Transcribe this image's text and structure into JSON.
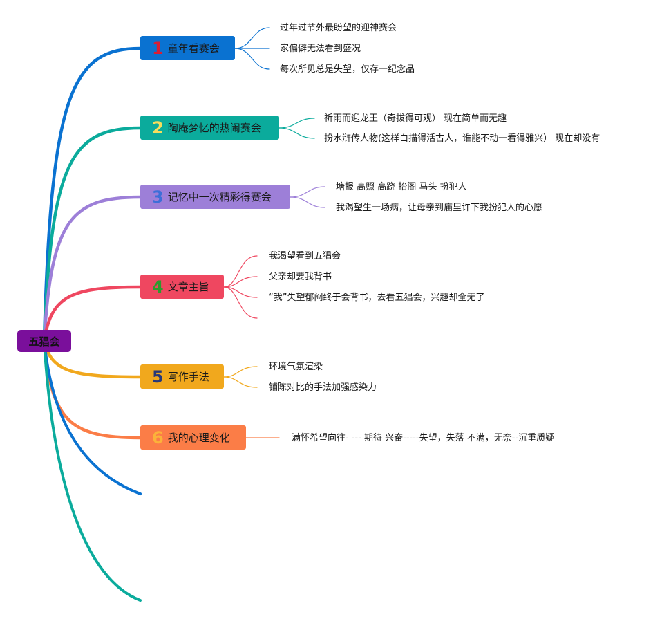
{
  "root": {
    "label": "五猖会",
    "color": "#7a0f9b"
  },
  "branches": [
    {
      "number": "1",
      "label": "童年看赛会",
      "color": "#0a72d1",
      "number_color": "#d81e34",
      "leaves": [
        "过年过节外最盼望的迎神赛会",
        "家偏僻无法看到盛况",
        "每次所见总是失望，仅存一纪念品"
      ]
    },
    {
      "number": "2",
      "label": "陶庵梦忆的热闹赛会",
      "color": "#0bab9c",
      "number_color": "#f5dd5c",
      "leaves": [
        "祈雨而迎龙王（奇拔得可观） 现在简单而无趣",
        "扮水浒传人物(这样白描得活古人，谁能不动一看得雅兴） 现在却没有"
      ]
    },
    {
      "number": "3",
      "label": "记忆中一次精彩得赛会",
      "color": "#9d7fd8",
      "number_color": "#3d6ed8",
      "leaves": [
        "塘报 高照 高跷 抬阁 马头 扮犯人",
        "我渴望生一场病，让母亲到庙里许下我扮犯人的心愿"
      ]
    },
    {
      "number": "4",
      "label": "文章主旨",
      "color": "#ef4760",
      "number_color": "#2e9a2e",
      "leaves": [
        "我渴望看到五猖会",
        "父亲却要我背书",
        "“我”失望郁闷终于会背书，去看五猖会，兴趣却全无了",
        ""
      ]
    },
    {
      "number": "5",
      "label": "写作手法",
      "color": "#f1a81d",
      "number_color": "#27387a",
      "leaves": [
        "环境气氛渲染",
        "铺陈对比的手法加强感染力"
      ]
    },
    {
      "number": "6",
      "label": "我的心理变化",
      "color": "#fb7d47",
      "number_color": "#fbb23a",
      "leaves": [
        "满怀希望向往- --- 期待 兴奋-----失望，失落 不满，无奈--沉重质疑"
      ]
    }
  ],
  "empty_branches": [
    {
      "color": "#0a72d1"
    },
    {
      "color": "#0bab9c"
    }
  ]
}
